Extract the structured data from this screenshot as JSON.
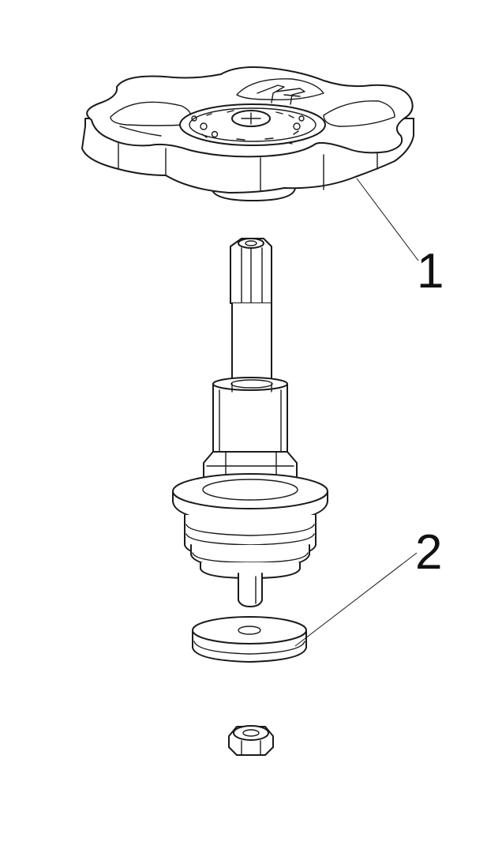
{
  "diagram": {
    "parts": [
      {
        "id": "handwheel",
        "callout": "1"
      },
      {
        "id": "washer",
        "callout": "2"
      }
    ],
    "colors": {
      "line": "#1a1a1a",
      "fill": "#ffffff"
    },
    "icons": {
      "handwheel": "handwheel-icon",
      "spindle": "spindle-icon",
      "washer": "washer-icon",
      "nut": "nut-icon"
    }
  }
}
